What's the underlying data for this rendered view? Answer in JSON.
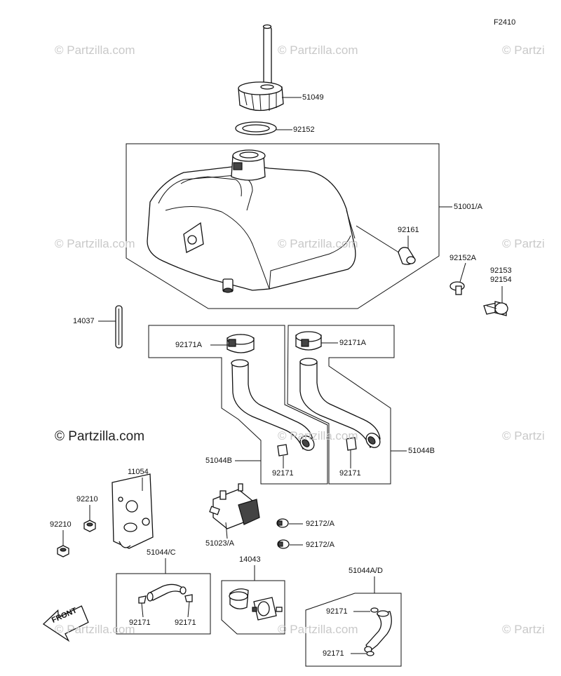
{
  "figure_code": "F2410",
  "watermark": "© Partzilla.com",
  "watermark_partial": "© Partzi",
  "watermark_main": "© Partzilla.com",
  "front_label": "FRONT",
  "labels": {
    "p51049": "51049",
    "p92152": "92152",
    "p51001A": "51001/A",
    "p92161": "92161",
    "p92152A": "92152A",
    "p92153": "92153",
    "p92154": "92154",
    "p14037": "14037",
    "p92171A_left": "92171A",
    "p92171A_right": "92171A",
    "p51044B_left": "51044B",
    "p51044B_right": "51044B",
    "p92171_left": "92171",
    "p92171_right": "92171",
    "p11054": "11054",
    "p92210_a": "92210",
    "p92210_b": "92210",
    "p51023A": "51023/A",
    "p92172A_a": "92172/A",
    "p92172A_b": "92172/A",
    "p51044C": "51044/C",
    "p14043": "14043",
    "p51044AD": "51044A/D",
    "p92171_c1": "92171",
    "p92171_c2": "92171",
    "p92171_d1": "92171",
    "p92171_d2": "92171"
  }
}
